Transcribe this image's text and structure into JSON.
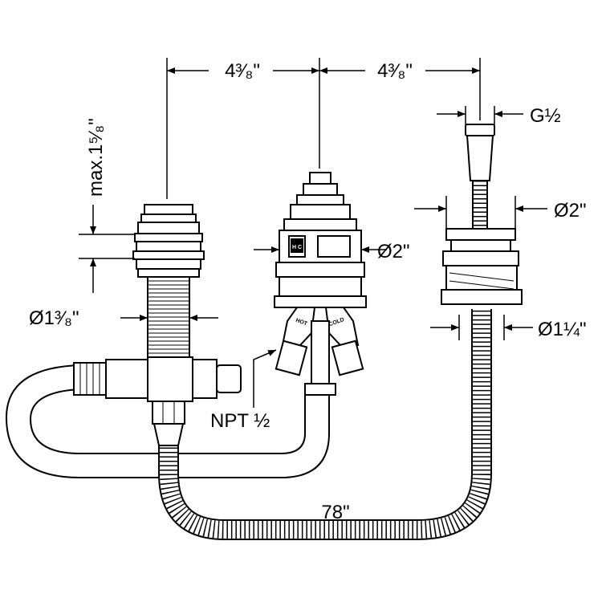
{
  "dimensions": {
    "spacing_left": "4³⁄₈\"",
    "spacing_right": "4³⁄₈\"",
    "max_depth": "max.1⁵⁄₈\"",
    "outlet_thread": "G½",
    "cartridge_diameter": "Ø2\"",
    "flange_diameter": "Ø2\"",
    "left_body_diameter": "Ø1³⁄₈\"",
    "right_body_diameter": "Ø1¼\"",
    "inlet_thread": "NPT ½",
    "hose_length": "78\""
  },
  "valve_labels": {
    "hot": "HOT",
    "cold": "COLD",
    "hc_badge": "H C"
  },
  "colors": {
    "line": "#000000",
    "background": "#ffffff"
  }
}
